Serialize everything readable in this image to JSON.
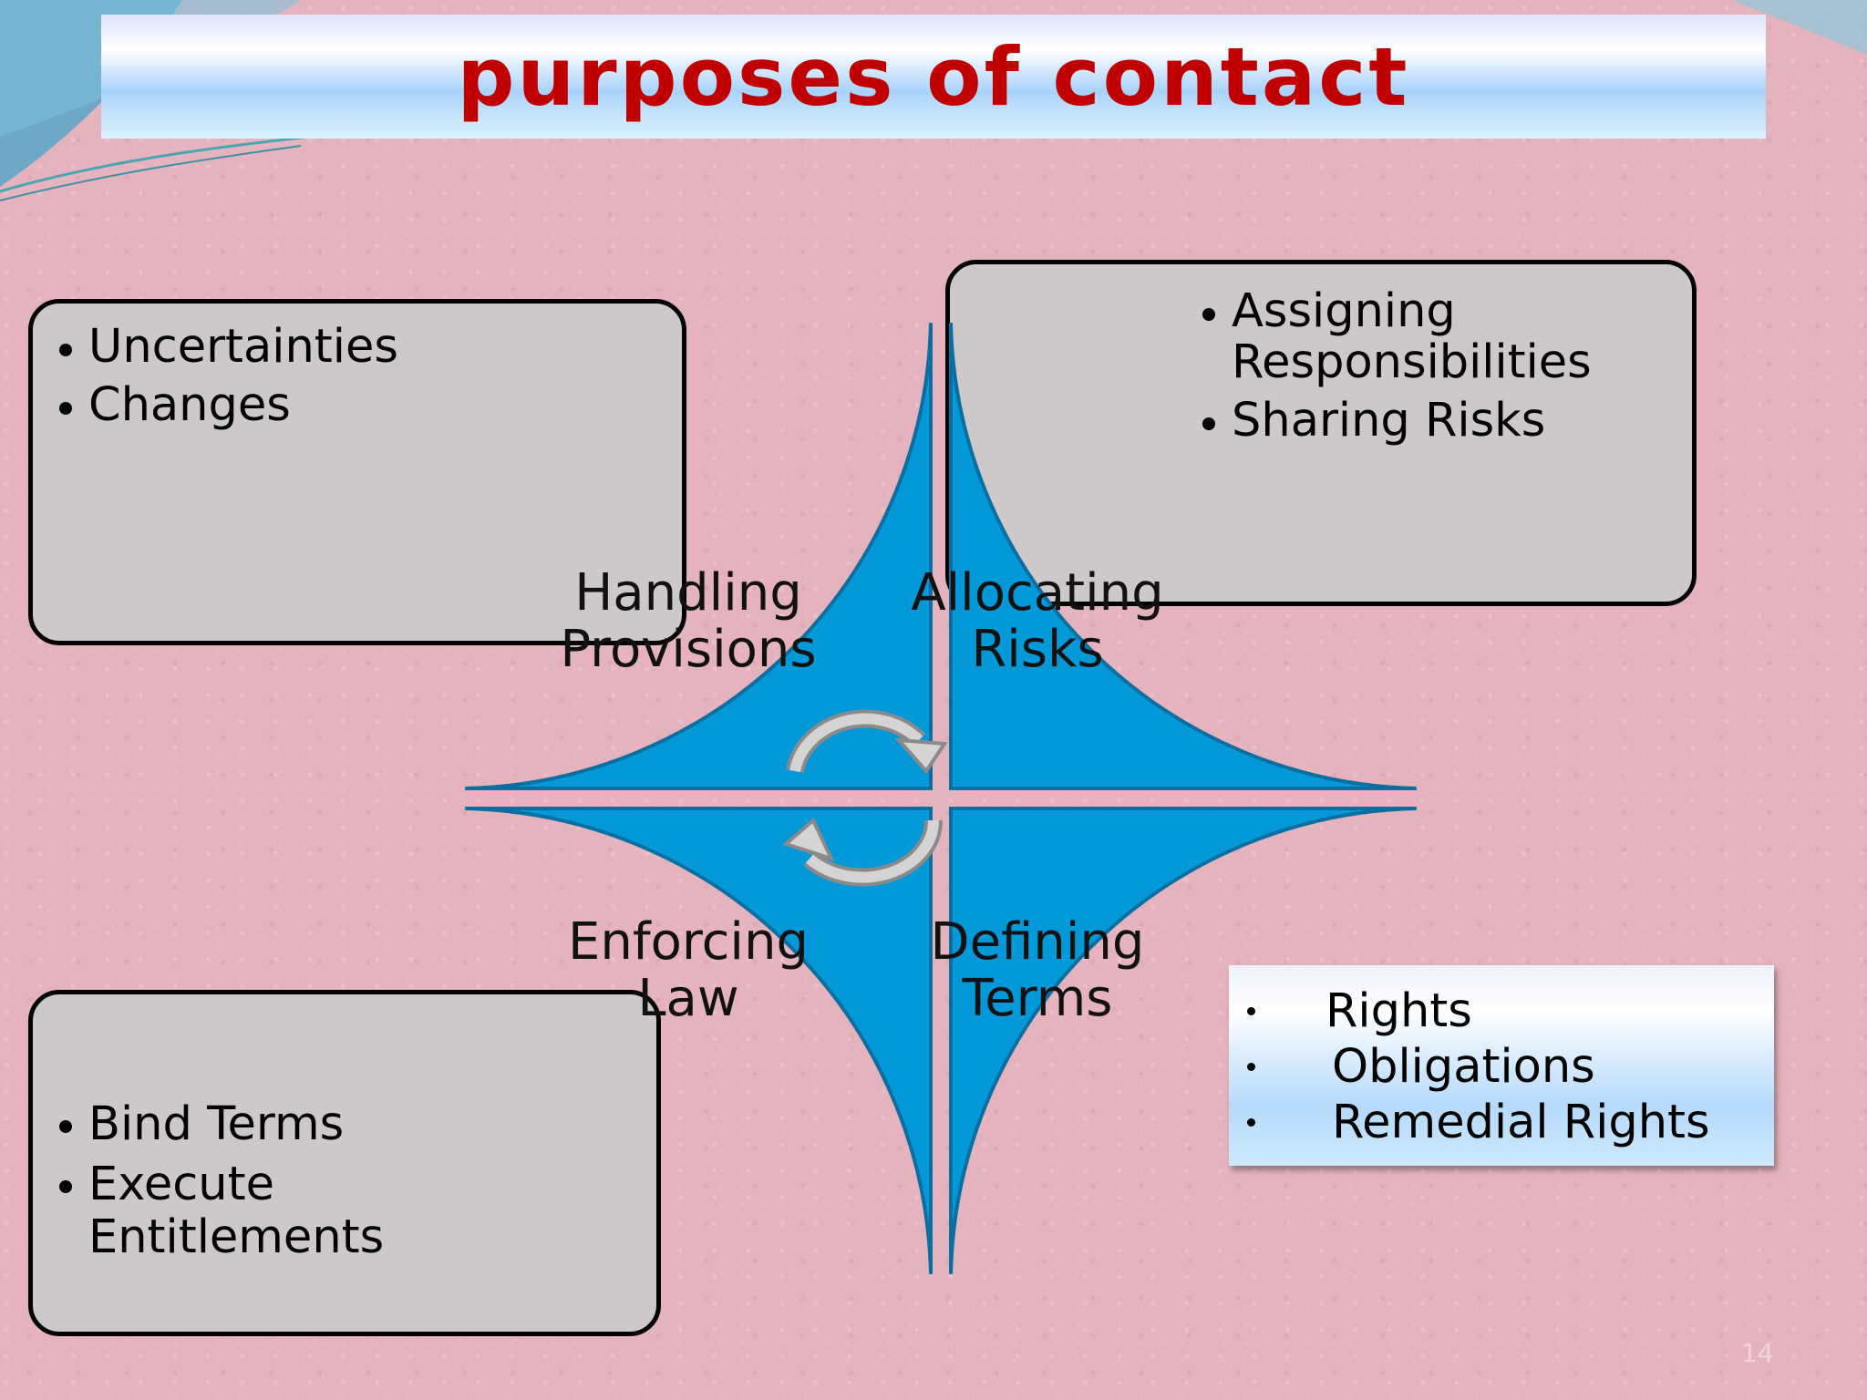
{
  "slide": {
    "title": "purposes of contact",
    "page_number": "14",
    "colors": {
      "title_text": "#c00000",
      "background": "#e5b3bd",
      "segment_fill": "#0399d9",
      "segment_stroke": "#0a6fa0",
      "card_fill": "#cdc8ca",
      "arrow_fill": "#b4b4b4"
    }
  },
  "diagram": {
    "segments": [
      {
        "label_line1": "Handling",
        "label_line2": "Provisions"
      },
      {
        "label_line1": "Allocating",
        "label_line2": "Risks"
      },
      {
        "label_line1": "Enforcing",
        "label_line2": "Law"
      },
      {
        "label_line1": "Defining",
        "label_line2": "Terms"
      }
    ],
    "cycle_arrows_icon": "circular-arrows-icon"
  },
  "cards": {
    "top_left": {
      "items": [
        "Uncertainties",
        "Changes"
      ]
    },
    "top_right": {
      "items": [
        "Assigning Responsibilities",
        "Sharing Risks"
      ],
      "item1_line1": "Assigning",
      "item1_line2": "Responsibilities"
    },
    "bottom_left": {
      "items": [
        "Bind Terms",
        "Execute Entitlements"
      ],
      "item2_line1": "Execute",
      "item2_line2": "Entitlements"
    },
    "bottom_right": {
      "items": [
        "Rights",
        "Obligations",
        "Remedial Rights"
      ]
    }
  }
}
